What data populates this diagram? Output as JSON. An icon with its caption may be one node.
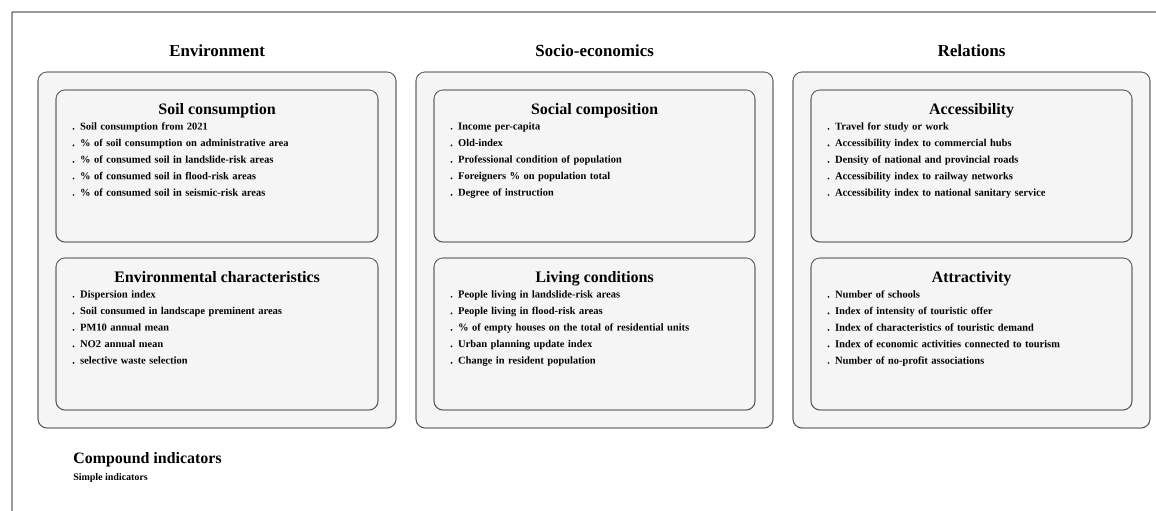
{
  "diagram": {
    "nodes": [
      {
        "text": [
          "Environment"
        ]
      },
      {
        "text": [
          "Soil consumption",
          ". Soil consumption from 2021",
          ". % of soil consumption on administrative area",
          ". % of consumed soil in landslide-risk areas",
          ". % of consumed soil in flood-risk areas",
          ". % of consumed soil in seismic-risk areas"
        ],
        "in": 0
      },
      {
        "text": [
          "Environmental characteristics",
          ". Dispersion index",
          ". Soil consumed in landscape preminent areas",
          ". PM10 annual mean",
          ". NO2 annual mean",
          ". selective waste selection"
        ],
        "in": 0
      },
      {
        "text": [
          "Socio-economics"
        ]
      },
      {
        "text": [
          "Social composition",
          ". Income per-capita",
          ". Old-index",
          ". Professional condition of population",
          ". Foreigners % on population total",
          ". Degree of instruction"
        ],
        "in": 3
      },
      {
        "text": [
          "Living conditions",
          ". People living in landslide-risk areas",
          ". People living in flood-risk areas",
          ". % of empty houses on the total of residential units",
          ". Urban planning update index",
          ". Change in resident population"
        ],
        "in": 3
      },
      {
        "text": [
          "Relations"
        ]
      },
      {
        "text": [
          "Accessibility",
          ". Travel for study or work",
          ". Accessibility index to commercial hubs",
          ". Density of national and provincial roads",
          ". Accessibility index to railway networks",
          ". Accessibility index to national sanitary service"
        ],
        "in": 6
      },
      {
        "text": [
          "Attractivity",
          ". Number of schools",
          ". Index of intensity of touristic offer",
          ". Index of characteristics of touristic demand",
          ". Index of economic activities connected to tourism",
          ". Number of no-profit associations"
        ],
        "in": 6
      }
    ],
    "labels": [
      "Compound indicators",
      "Simple indicators"
    ]
  }
}
